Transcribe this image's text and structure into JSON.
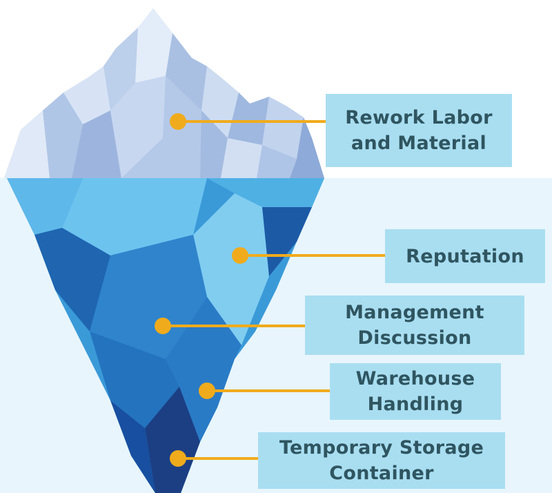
{
  "diagram": {
    "labels": [
      {
        "text": "Rework Labor\nand Material"
      },
      {
        "text": "Reputation"
      },
      {
        "text": "Management\nDiscussion"
      },
      {
        "text": "Warehouse\nHandling"
      },
      {
        "text": "Temporary Storage\nContainer"
      }
    ]
  },
  "colors": {
    "accent": "#f0ab1c",
    "label_bg": "#a9def1",
    "label_text": "#2f5560",
    "water": "#e6f4fb"
  }
}
